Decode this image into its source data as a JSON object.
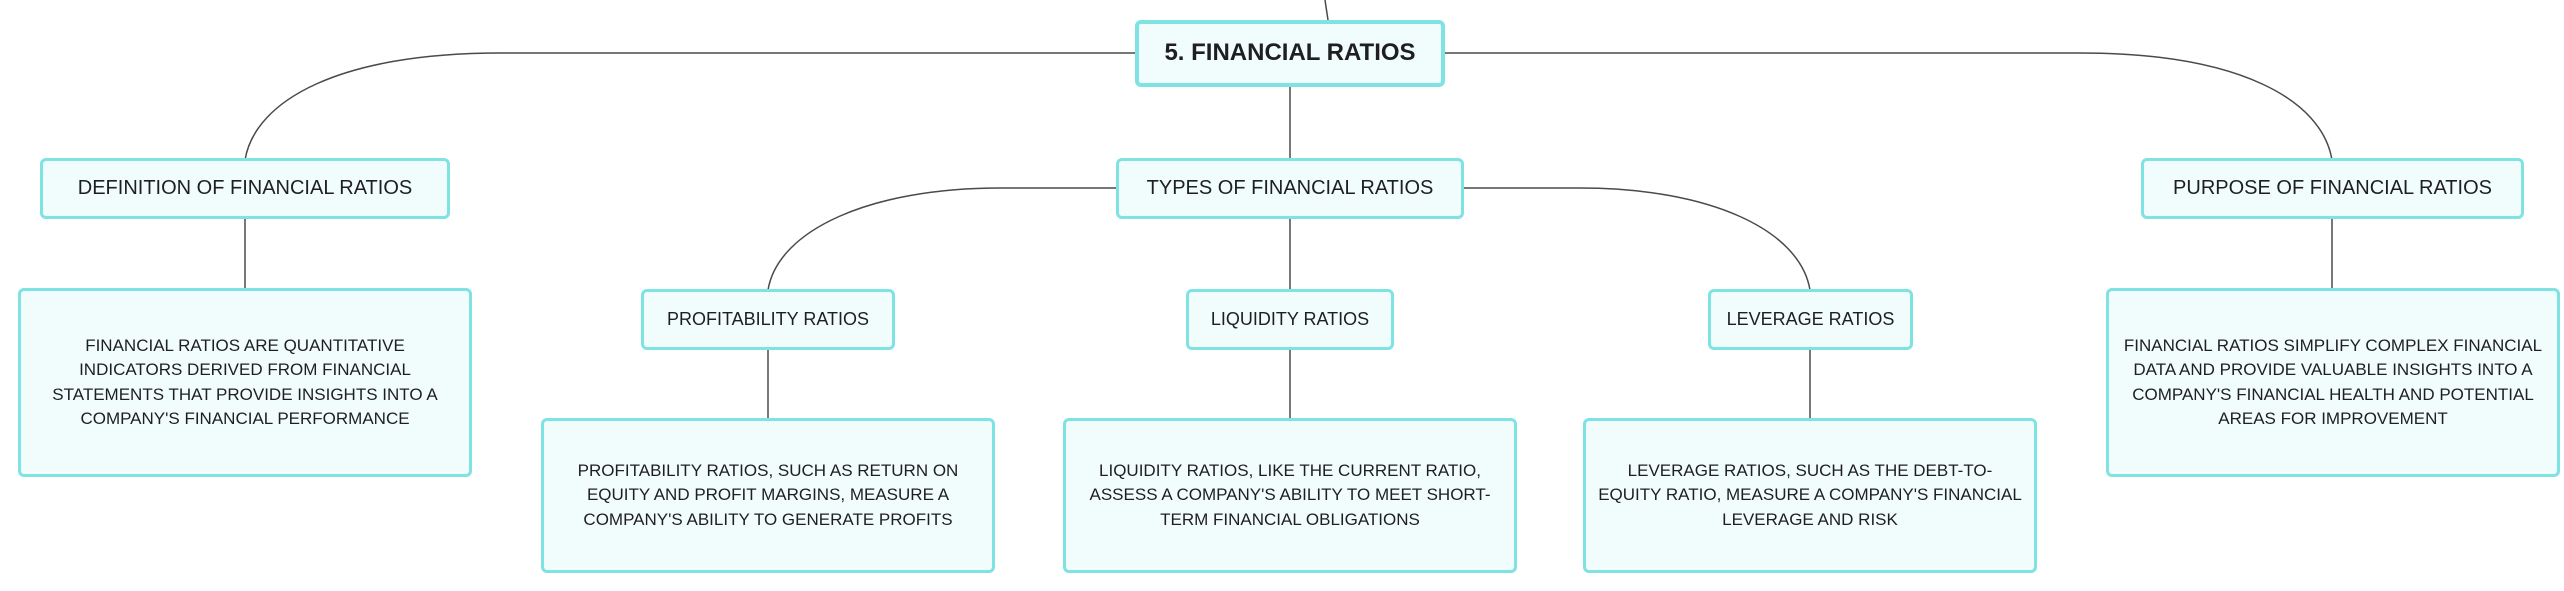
{
  "root": {
    "label": "5. FINANCIAL RATIOS"
  },
  "definition": {
    "label": "DEFINITION OF FINANCIAL RATIOS",
    "description": "FINANCIAL RATIOS ARE QUANTITATIVE INDICATORS DERIVED FROM FINANCIAL STATEMENTS THAT PROVIDE INSIGHTS INTO A COMPANY'S FINANCIAL PERFORMANCE"
  },
  "types": {
    "label": "TYPES OF FINANCIAL RATIOS",
    "children": [
      {
        "label": "PROFITABILITY RATIOS",
        "description": "PROFITABILITY RATIOS, SUCH AS RETURN ON EQUITY AND PROFIT MARGINS, MEASURE A COMPANY'S ABILITY TO GENERATE PROFITS"
      },
      {
        "label": "LIQUIDITY RATIOS",
        "description": "LIQUIDITY RATIOS, LIKE THE CURRENT RATIO, ASSESS A COMPANY'S ABILITY TO MEET SHORT-TERM FINANCIAL OBLIGATIONS"
      },
      {
        "label": "LEVERAGE RATIOS",
        "description": "LEVERAGE RATIOS, SUCH AS THE DEBT-TO-EQUITY RATIO, MEASURE A COMPANY'S FINANCIAL LEVERAGE AND RISK"
      }
    ]
  },
  "purpose": {
    "label": "PURPOSE OF FINANCIAL RATIOS",
    "description": "FINANCIAL RATIOS SIMPLIFY COMPLEX FINANCIAL DATA AND PROVIDE VALUABLE INSIGHTS INTO A COMPANY'S FINANCIAL HEALTH AND POTENTIAL AREAS FOR IMPROVEMENT"
  },
  "colors": {
    "node_border": "#7fe2e3",
    "node_fill": "#f1fcfd",
    "connector": "#4a4a4a",
    "text": "#1f1f1f"
  }
}
